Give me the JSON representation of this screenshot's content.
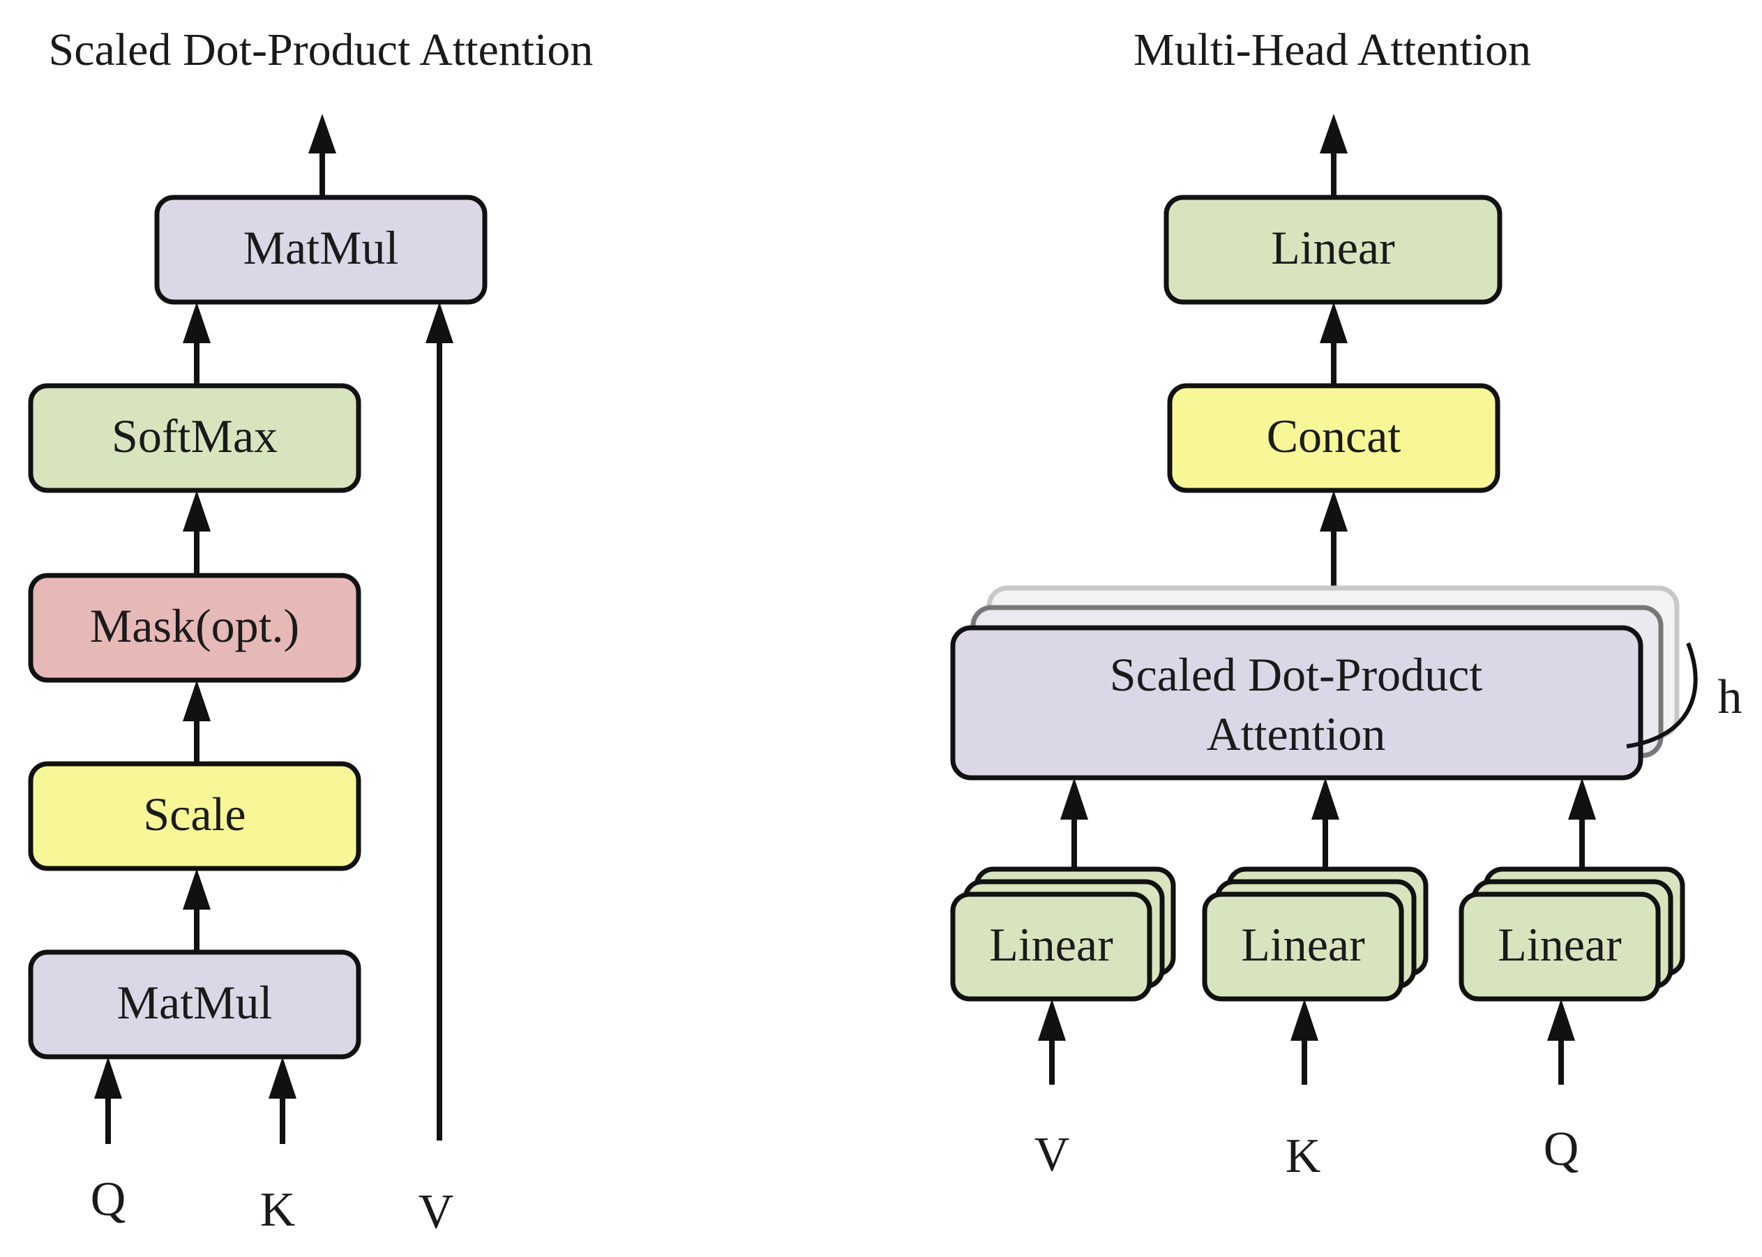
{
  "colors": {
    "lavender": "#dcd7e6",
    "green": "#d8e4bd",
    "yellow": "#f7f797",
    "pink": "#e6b8b6",
    "stroke": "#111111",
    "shadow_dark": "#777777",
    "shadow_light": "#c8c8c8"
  },
  "left": {
    "title": "Scaled Dot-Product Attention",
    "matmul_top": "MatMul",
    "softmax": "SoftMax",
    "mask": "Mask(opt.)",
    "scale": "Scale",
    "matmul_bottom": "MatMul",
    "inputs": {
      "q": "Q",
      "k": "K",
      "v": "V"
    }
  },
  "right": {
    "title": "Multi-Head Attention",
    "linear_top": "Linear",
    "concat": "Concat",
    "sdpa_line1": "Scaled Dot-Product",
    "sdpa_line2": "Attention",
    "heads_label": "h",
    "linears": [
      "Linear",
      "Linear",
      "Linear"
    ],
    "inputs": {
      "v": "V",
      "k": "K",
      "q": "Q"
    }
  }
}
